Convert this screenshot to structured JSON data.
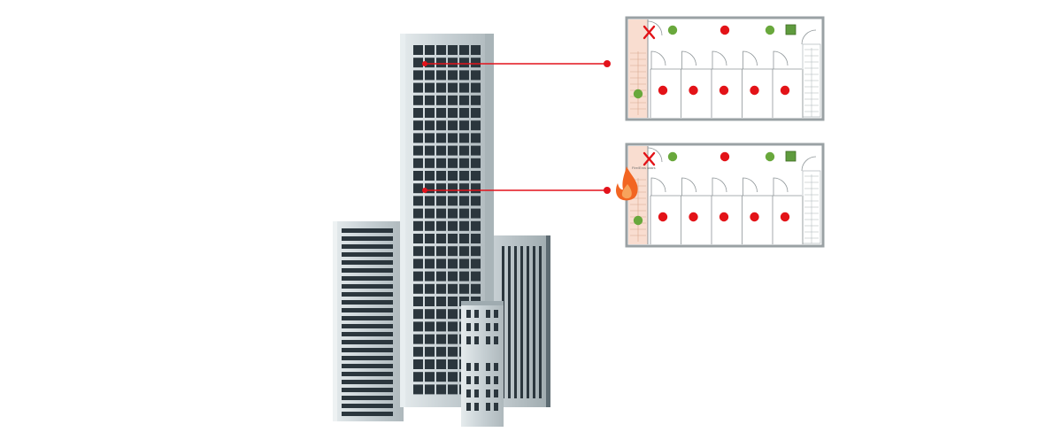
{
  "diagram": {
    "buildings": [
      {
        "name": "left-building",
        "kind": "horizontal-bands"
      },
      {
        "name": "central-tower",
        "kind": "grid-windows"
      },
      {
        "name": "right-building",
        "kind": "vertical-bands"
      },
      {
        "name": "front-building",
        "kind": "small-window-grid"
      }
    ],
    "floor_markers": [
      {
        "name": "upper-floor",
        "connects_to_panel": 0
      },
      {
        "name": "fire-floor",
        "connects_to_panel": 1
      }
    ],
    "floor_plans": [
      {
        "name": "upper-floor-plan",
        "fire": false,
        "caption": "",
        "blocked_exit": true,
        "room_markers": 5
      },
      {
        "name": "fire-floor-plan",
        "fire": true,
        "caption": "Fire/Ems stairs",
        "blocked_exit": true,
        "room_markers": 5
      }
    ],
    "colors": {
      "connector": "#e3121b",
      "person_danger": "#e31318",
      "person_safe": "#69a83c",
      "exit_square": "#5f9b3e",
      "fire": "#f26522",
      "fire_inner": "#f7a35c",
      "stair_zone": "#f9ddd0",
      "building_light": "#bec8cc",
      "building_dark": "#2b363d",
      "panel_border": "#9aa1a4"
    }
  }
}
